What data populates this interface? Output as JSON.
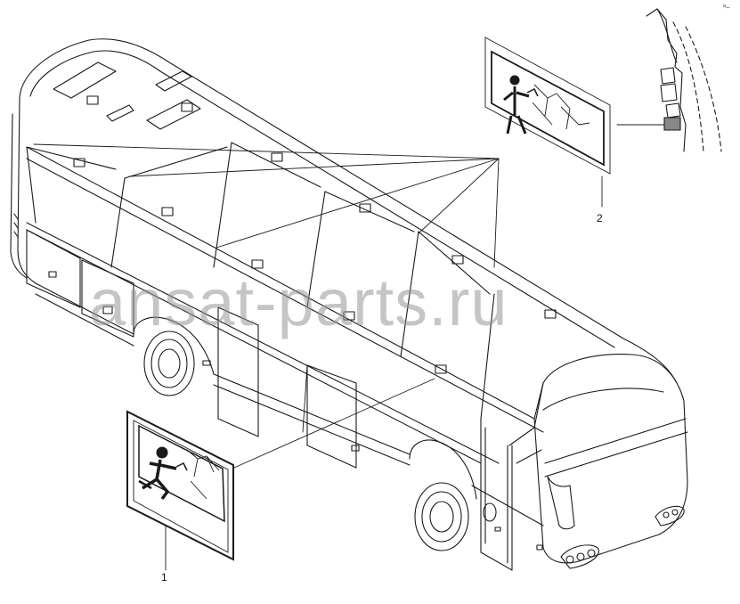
{
  "callouts": [
    {
      "id": "1",
      "label": "1"
    },
    {
      "id": "2",
      "label": "2"
    }
  ],
  "watermark": "ansat-parts.ru",
  "corner_mark": "ᵃ ̶",
  "colors": {
    "line": "#1a1a1a",
    "watermark": "#9a9a9a",
    "sticker_fill": "#ffffff"
  },
  "icons": [
    "emergency-exit-sign",
    "window-hammer",
    "coach-bus"
  ]
}
